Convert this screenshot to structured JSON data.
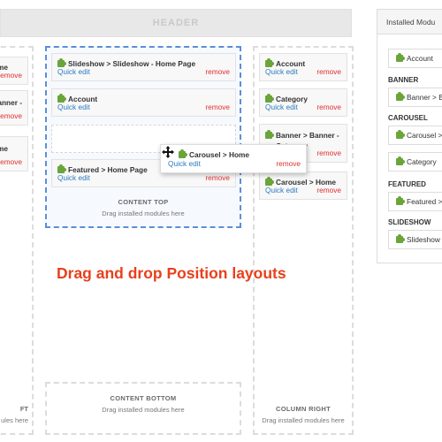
{
  "header": {
    "label": "HEADER"
  },
  "left_column": {
    "cards": [
      {
        "title": "Home",
        "remove": "remove"
      },
      {
        "title": "Banner -",
        "remove": "remove"
      },
      {
        "title": "Home",
        "remove": "remove"
      }
    ],
    "caption_title": "FT",
    "caption_text": "ules here"
  },
  "content_top": {
    "cards": [
      {
        "title": "Slideshow > Slideshow - Home Page",
        "quick_edit": "Quick edit",
        "remove": "remove"
      },
      {
        "title": "Account",
        "quick_edit": "Quick edit",
        "remove": "remove"
      },
      {
        "title": "Featured > Home Page",
        "quick_edit": "Quick edit",
        "remove": "remove"
      }
    ],
    "caption_title": "CONTENT TOP",
    "caption_text": "Drag installed modules here"
  },
  "dragging_card": {
    "title": "Carousel > Home",
    "quick_edit": "Quick edit",
    "remove": "remove"
  },
  "column_right": {
    "cards": [
      {
        "title": "Account",
        "quick_edit": "Quick edit",
        "remove": "remove"
      },
      {
        "title": "Category",
        "quick_edit": "Quick edit",
        "remove": "remove"
      },
      {
        "title": "Banner > Banner - Category",
        "quick_edit": "",
        "remove": "remove"
      },
      {
        "title": "Carousel > Home",
        "quick_edit": "Quick edit",
        "remove": "remove"
      }
    ],
    "caption_title": "COLUMN RIGHT",
    "caption_text": "Drag installed modules here"
  },
  "content_bottom": {
    "caption_title": "CONTENT BOTTOM",
    "caption_text": "Drag installed modules here"
  },
  "headline": {
    "text": "Drag and drop Position layouts",
    "color": "#e8401c"
  },
  "installed_modules": {
    "title": "Installed Modu",
    "items": [
      {
        "label": "Account"
      },
      {
        "group": "BANNER"
      },
      {
        "label": "Banner > B"
      },
      {
        "group": "CAROUSEL"
      },
      {
        "label": "Carousel > H"
      },
      {
        "label": "Category"
      },
      {
        "group": "FEATURED"
      },
      {
        "label": "Featured > H"
      },
      {
        "group": "SLIDESHOW"
      },
      {
        "label": "Slideshow > S"
      }
    ]
  },
  "colors": {
    "accent_dashed": "#5b8fd6",
    "link": "#2a7bbf",
    "remove": "#e03030"
  }
}
